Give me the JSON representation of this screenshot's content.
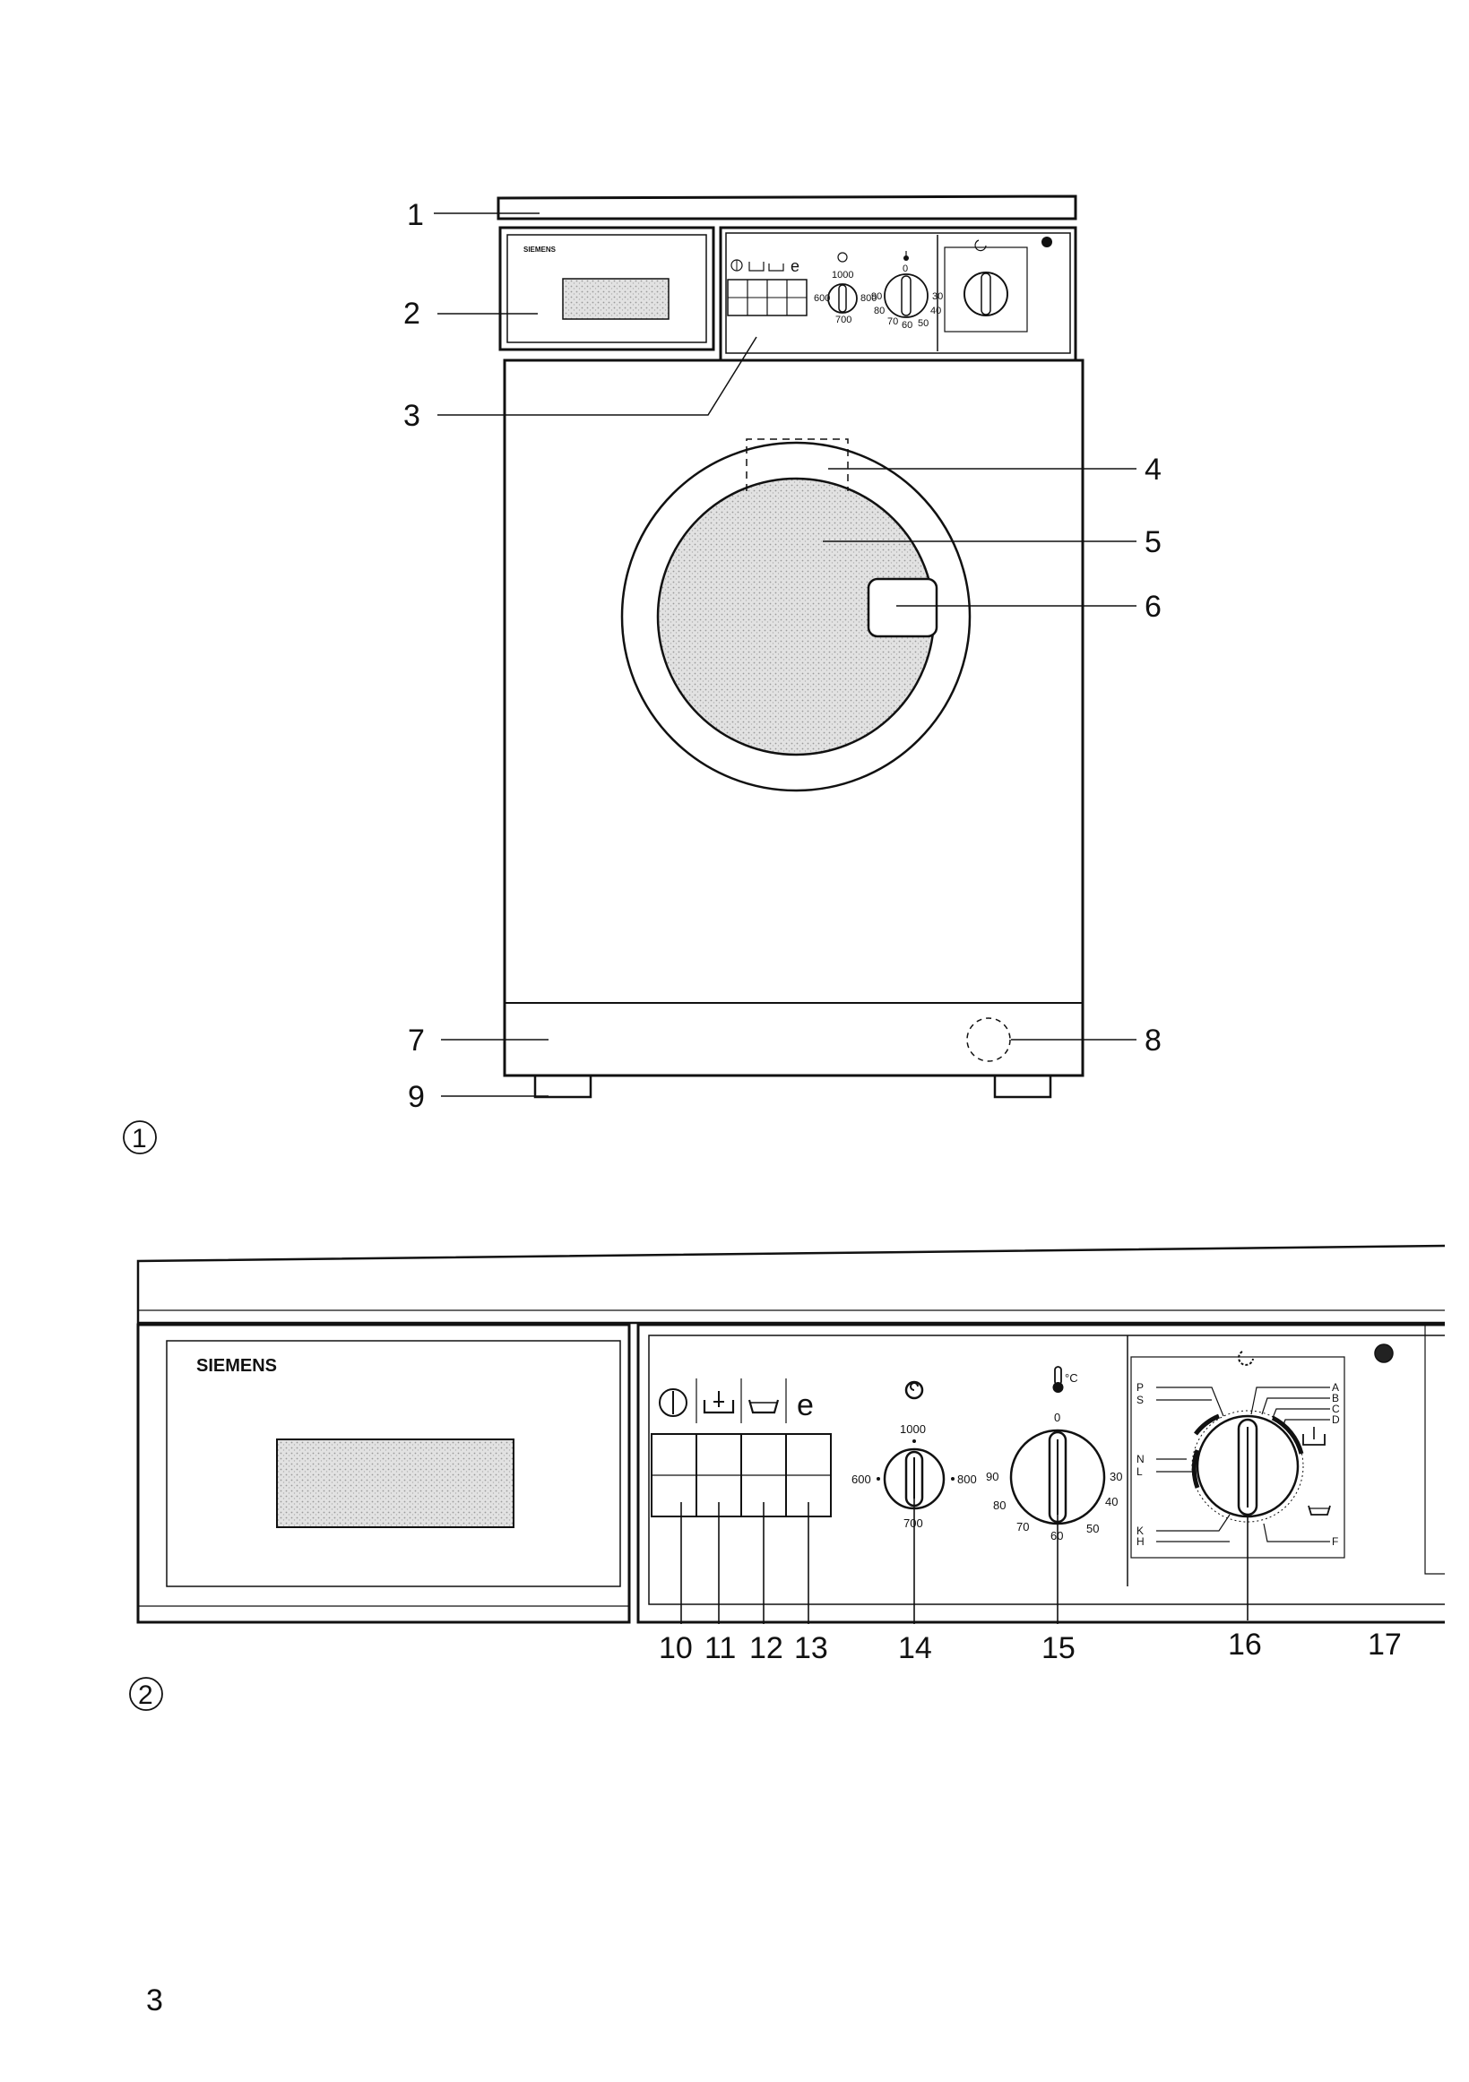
{
  "page_number": "3",
  "figure1": {
    "number": "1",
    "brand": "SIEMENS",
    "callouts": [
      "1",
      "2",
      "3",
      "4",
      "5",
      "6",
      "7",
      "8",
      "9"
    ],
    "spin_labels": [
      "1000",
      "800",
      "700",
      "600"
    ],
    "temp_labels": [
      "0",
      "30",
      "40",
      "50",
      "60",
      "70",
      "80",
      "90"
    ]
  },
  "figure2": {
    "number": "2",
    "brand": "SIEMENS",
    "callouts": [
      "10",
      "11",
      "12",
      "13",
      "14",
      "15",
      "16",
      "17"
    ],
    "spin": {
      "symbol": "spin-icon",
      "top": "1000",
      "right": "800",
      "bottom": "700",
      "left": "600"
    },
    "temp": {
      "unit": "°C",
      "labels": [
        "0",
        "30",
        "40",
        "50",
        "60",
        "70",
        "80",
        "90"
      ]
    },
    "program": {
      "left_letters": [
        "P",
        "S",
        "N",
        "L",
        "K",
        "H"
      ],
      "right_letters": [
        "A",
        "B",
        "C",
        "D",
        "F"
      ]
    },
    "buttons": [
      "power-icon",
      "prewash-icon",
      "main-wash-icon",
      "economy-icon"
    ]
  },
  "colors": {
    "ink": "#111111",
    "paper": "#ffffff",
    "glass": "#d6d6d6",
    "dot": "#222222"
  }
}
